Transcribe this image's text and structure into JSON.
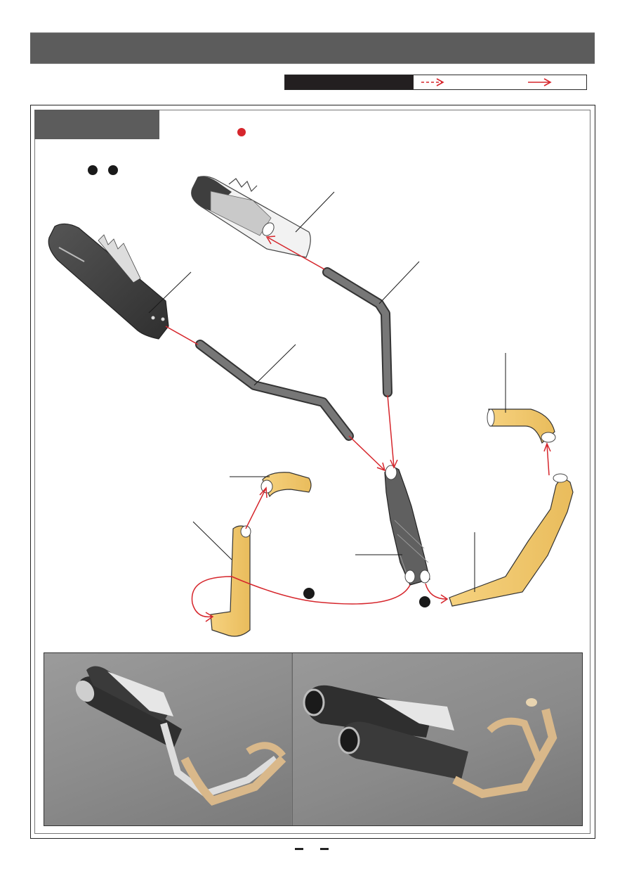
{
  "page": {
    "header_title": "",
    "step_label": "",
    "legend": {
      "label": ""
    }
  },
  "callouts": {
    "red_dot_note": "",
    "black_dots": 2,
    "connection_markers": 2
  },
  "photos": [
    {
      "name": "assembled-exhaust-view-left"
    },
    {
      "name": "assembled-exhaust-view-right"
    }
  ],
  "colors": {
    "header": "#5c5c5c",
    "arrow": "#d6262c",
    "muffler": "#3d3d3d",
    "pipe_grey": "#6b6b6b",
    "pipe_tan": "#f1c96e"
  }
}
